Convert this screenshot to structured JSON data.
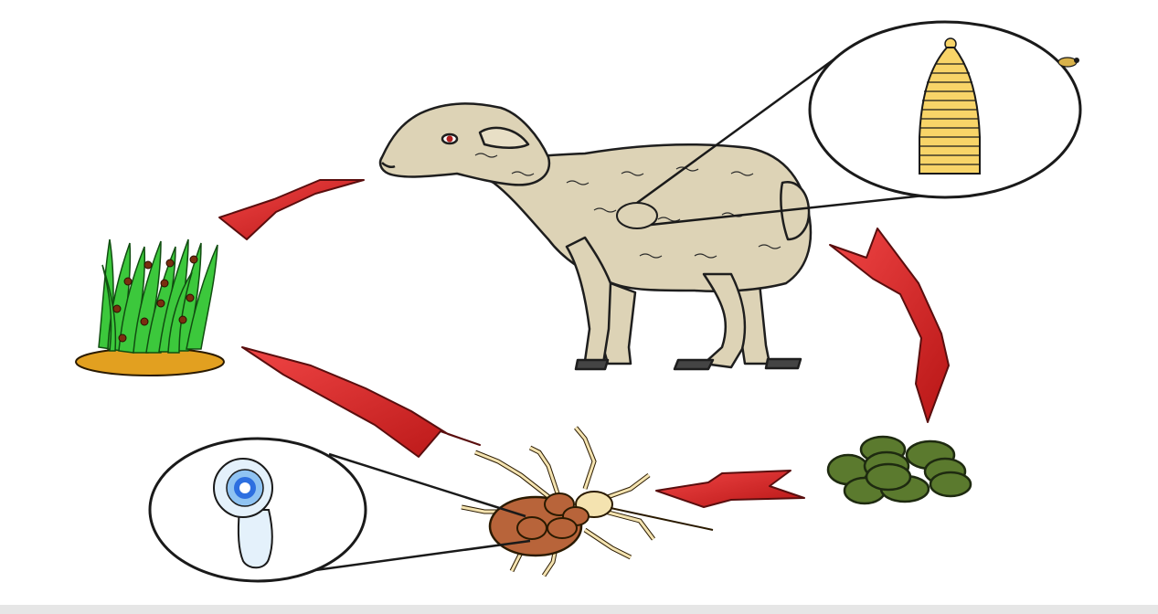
{
  "diagram": {
    "stages": [
      {
        "id": "sheep",
        "icon": "sheep-icon"
      },
      {
        "id": "adult-tapeworm",
        "icon": "tapeworm-icon"
      },
      {
        "id": "egg-droppings",
        "icon": "droppings-icon"
      },
      {
        "id": "oribatid-mite",
        "icon": "mite-icon"
      },
      {
        "id": "cysticercoid-larva",
        "icon": "larva-icon"
      },
      {
        "id": "infested-grass",
        "icon": "grass-icon"
      }
    ],
    "arrows": [
      {
        "from": "sheep",
        "to": "egg-droppings"
      },
      {
        "from": "egg-droppings",
        "to": "oribatid-mite"
      },
      {
        "from": "oribatid-mite",
        "to": "infested-grass"
      },
      {
        "from": "infested-grass",
        "to": "sheep"
      }
    ],
    "colors": {
      "arrow": "#d42a2a",
      "grass": "#3cc83c",
      "soil": "#e2a020",
      "tapeworm": "#f8d468",
      "droppings": "#5b7a2e",
      "mite": "#b8643a",
      "larva": "#2d6fe0",
      "sheep": "#ddd3b6"
    }
  }
}
